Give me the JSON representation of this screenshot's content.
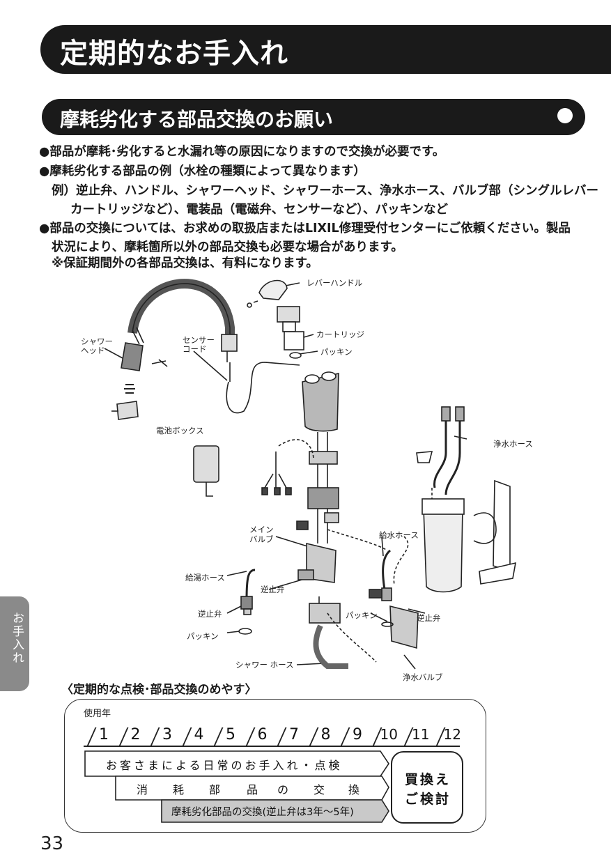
{
  "page_title": "定期的なお手入れ",
  "section_title": "摩耗劣化する部品交換のお願い",
  "paragraphs": {
    "p1": "●部品が摩耗･劣化すると水漏れ等の原因になりますので交換が必要です。",
    "p2": "●摩耗劣化する部品の例（水栓の種類によって異なります）",
    "p3": "例）逆止弁、ハンドル、シャワーヘッド、シャワーホース、浄水ホース、バルブ部（シングルレバー",
    "p4": "カートリッジなど）、電装品（電磁弁、センサーなど）、パッキンなど",
    "p5": "●部品の交換については、お求めの取扱店またはLIXIL修理受付センターにご依頼ください。製品",
    "p6": "状況により、摩耗箇所以外の部品交換も必要な場合があります。",
    "p7": "※保証期間外の各部品交換は、有料になります。"
  },
  "side_tab": "お手入れ",
  "diagram_labels": {
    "lever_handle": "レバーハンドル",
    "cartridge": "カートリッジ",
    "packing_top": "パッキン",
    "shower_head": [
      "シャワー",
      "ヘッド"
    ],
    "sensor_cord": [
      "センサー",
      "コード"
    ],
    "battery_box": "電池ボックス",
    "purifier_hose": "浄水ホース",
    "main_valve": [
      "メイン",
      "バルブ"
    ],
    "supply_hose": "給水ホース",
    "hot_hose": "給湯ホース",
    "check_valve_center": "逆止弁",
    "check_valve_left": "逆止弁",
    "packing_left": "パッキン",
    "packing_right": "パッキン",
    "check_valve_right": "逆止弁",
    "shower_hose": "シャワー ホース",
    "purifier_valve": "浄水バルブ"
  },
  "guide": {
    "heading": "〈定期的な点検･部品交換のめやす〉",
    "years_label": "使用年",
    "years": [
      "1",
      "2",
      "3",
      "4",
      "5",
      "6",
      "7",
      "8",
      "9",
      "10",
      "11",
      "12"
    ],
    "band1": "お客さまによる日常のお手入れ・点検",
    "band2": [
      "消",
      "耗",
      "部",
      "品",
      "の",
      "交",
      "換"
    ],
    "band3": "摩耗劣化部品の交換(逆止弁は3年〜5年)",
    "buy_line1": "買換え",
    "buy_line2": "ご検討",
    "colors": {
      "band3_fill": "#c9c9c9",
      "band_border": "#222222"
    }
  },
  "page_number": "33"
}
